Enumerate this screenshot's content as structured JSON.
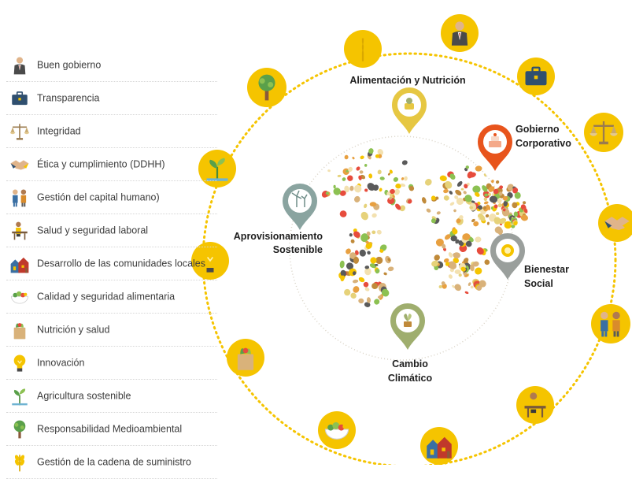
{
  "legend": {
    "items": [
      {
        "label": "Buen gobierno",
        "icon": "person-suit-icon"
      },
      {
        "label": "Transparencia",
        "icon": "briefcase-icon"
      },
      {
        "label": "Integridad",
        "icon": "scale-icon"
      },
      {
        "label": "Ética y cumplimiento (DDHH)",
        "icon": "handshake-icon"
      },
      {
        "label": "Gestión del capital humano)",
        "icon": "people-icon"
      },
      {
        "label": "Salud y seguridad laboral",
        "icon": "worker-desk-icon"
      },
      {
        "label": "Desarrollo de las comunidades locales",
        "icon": "houses-icon"
      },
      {
        "label": "Calidad y seguridad alimentaria",
        "icon": "salad-bowl-icon"
      },
      {
        "label": "Nutrición y salud",
        "icon": "grocery-bag-icon"
      },
      {
        "label": "Innovación",
        "icon": "lightbulb-icon"
      },
      {
        "label": "Agricultura sostenible",
        "icon": "sprout-icon"
      },
      {
        "label": "Responsabilidad Medioambiental",
        "icon": "tree-icon"
      },
      {
        "label": "Gestión de la cadena de suministro",
        "icon": "wheat-icon"
      }
    ]
  },
  "pins": {
    "alimentacion": {
      "line1": "Alimentación y Nutrición",
      "icon": "food-pin-icon"
    },
    "gobierno": {
      "line1": "Gobierno",
      "line2": "Corporativo",
      "icon": "cake-pin-icon"
    },
    "aprovisionamiento": {
      "line1": "Aprovisionamiento",
      "line2": "Sostenible",
      "icon": "wind-turbine-pin-icon"
    },
    "bienestar": {
      "line1": "Bienestar",
      "line2": "Social",
      "icon": "wellbeing-pin-icon"
    },
    "cambio": {
      "line1": "Cambio",
      "line2": "Climático",
      "icon": "plant-pin-icon"
    }
  },
  "ring": {
    "icons": [
      "wheat-icon",
      "person-suit-icon",
      "briefcase-icon",
      "scale-icon",
      "handshake-icon",
      "people-icon",
      "worker-desk-icon",
      "houses-icon",
      "salad-bowl-icon",
      "grocery-bag-icon",
      "lightbulb-icon",
      "sprout-icon",
      "tree-icon"
    ]
  },
  "colors": {
    "ring": "#f5c400",
    "pin_gobierno": "#e8541c",
    "pin_green": "#9fae6e",
    "pin_yellow": "#e6c742",
    "pin_grey": "#9a9f9c",
    "pin_teal": "#8aa4a0",
    "text": "#3c3c3c"
  }
}
